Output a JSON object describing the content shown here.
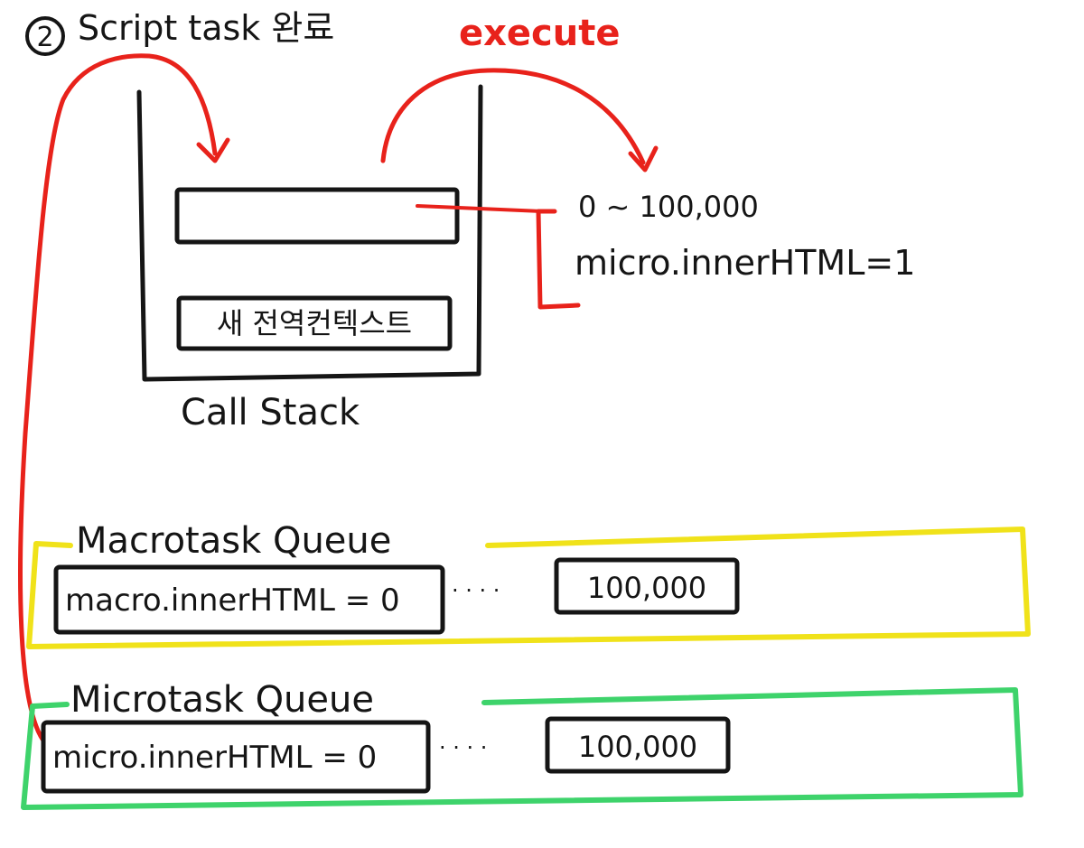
{
  "step": {
    "number": "2",
    "title": "Script task 완료"
  },
  "arrow_label": "execute",
  "call_stack": {
    "label": "Call Stack",
    "top_frame": "",
    "global_context": "새 전역컨텍스트"
  },
  "annotation": {
    "range": "0 ~ 100,000",
    "statement": "micro.innerHTML=1"
  },
  "macrotask_queue": {
    "title": "Macrotask Queue",
    "first_item": "macro.innerHTML = 0",
    "ellipsis": "· · · ·",
    "last_item": "100,000"
  },
  "microtask_queue": {
    "title": "Microtask Queue",
    "first_item": "micro.innerHTML = 0",
    "ellipsis": "· · · ·",
    "last_item": "100,000"
  },
  "colors": {
    "ink": "#151515",
    "red_arrow": "#e8221b",
    "macrotask_border": "#f0e21a",
    "microtask_border": "#3ed36b"
  }
}
